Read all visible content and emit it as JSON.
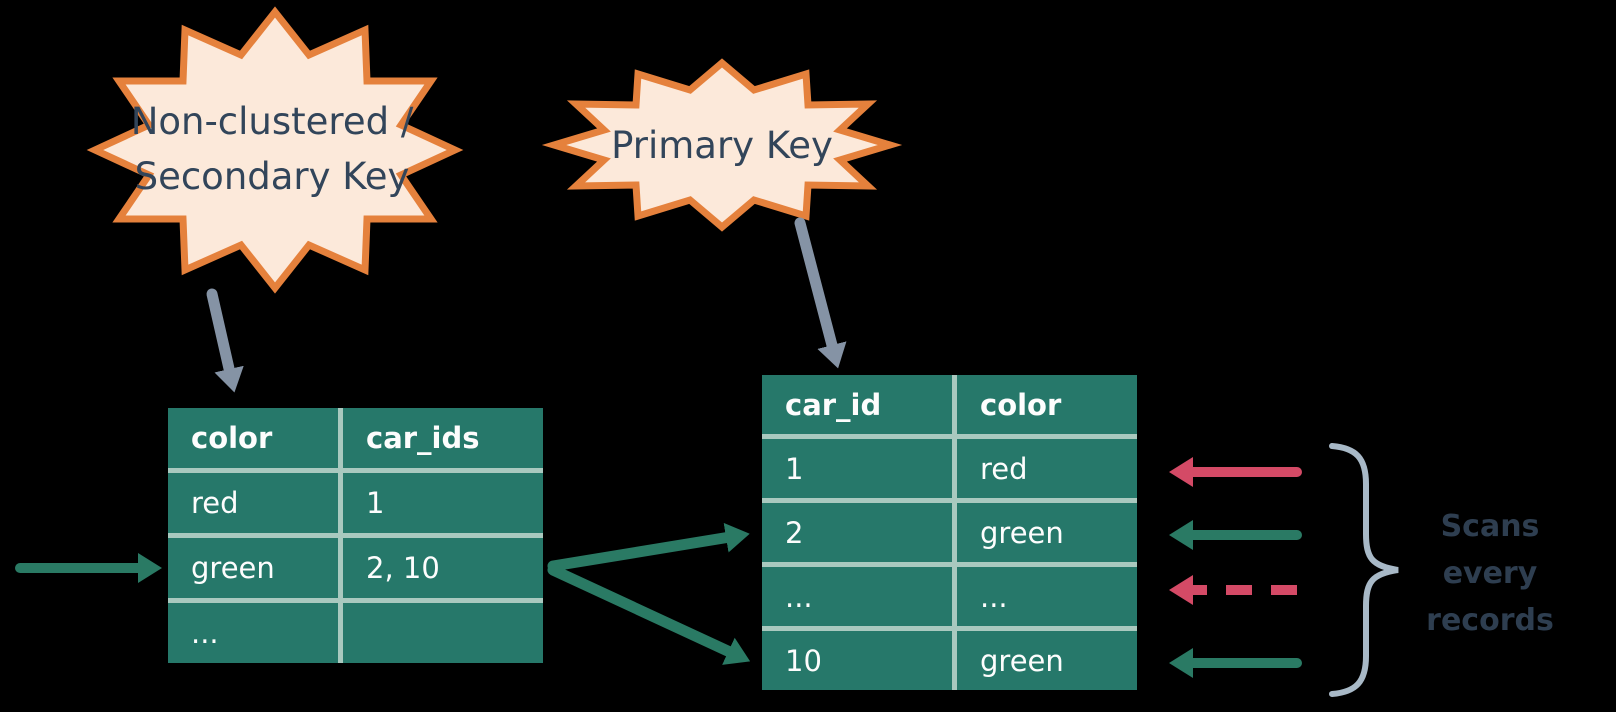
{
  "diagram_title": "secondary-index-vs-primary-key-lookup",
  "colors": {
    "background": "#000000",
    "table_fill": "#26786a",
    "table_divider": "#a9c9bf",
    "table_text": "#fdfdfd",
    "callout_fill": "#fce9da",
    "callout_border": "#e5813c",
    "callout_text": "#32455a",
    "gray_arrow": "#8593a5",
    "green_arrow": "#2a7a64",
    "red_arrow": "#d44a66",
    "brace": "#a8b9c7",
    "note_text": "#2e3e50"
  },
  "callouts": {
    "secondary": {
      "line1": "Non-clustered /",
      "line2": "Secondary Key"
    },
    "primary": {
      "label": "Primary Key"
    }
  },
  "left_table": {
    "headers": [
      "color",
      "car_ids"
    ],
    "rows": [
      [
        "red",
        "1"
      ],
      [
        "green",
        "2, 10"
      ],
      [
        "...",
        ""
      ]
    ]
  },
  "right_table": {
    "headers": [
      "car_id",
      "color"
    ],
    "rows": [
      [
        "1",
        "red"
      ],
      [
        "2",
        "green"
      ],
      [
        "...",
        "..."
      ],
      [
        "10",
        "green"
      ]
    ]
  },
  "note": {
    "lines": [
      "Scans",
      "every",
      "records"
    ]
  },
  "scan_arrows": [
    {
      "target_row": "1",
      "style": "solid",
      "color": "#d44a66"
    },
    {
      "target_row": "2",
      "style": "solid",
      "color": "#2a7a64"
    },
    {
      "target_row": "...",
      "style": "dashed",
      "color": "#d44a66"
    },
    {
      "target_row": "10",
      "style": "solid",
      "color": "#2a7a64"
    }
  ]
}
